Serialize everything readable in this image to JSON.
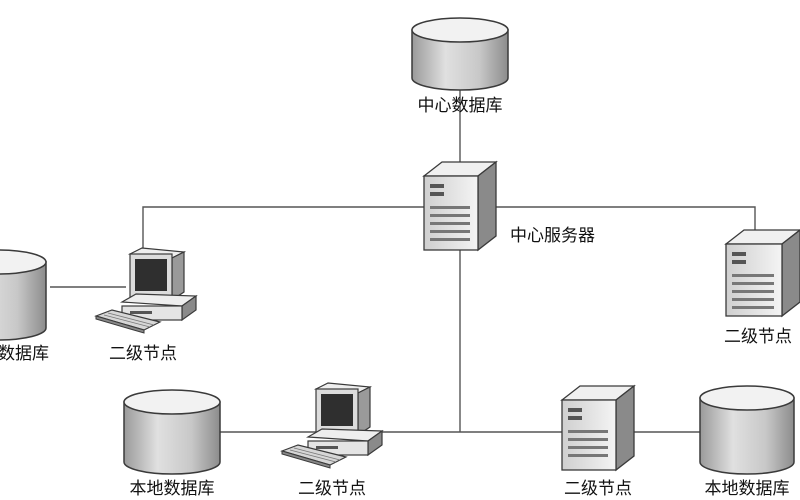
{
  "diagram": {
    "labels": {
      "central_database": "中心数据库",
      "central_server": "中心服务器",
      "secondary_node": "二级节点",
      "local_database": "本地数据库",
      "local_database_cropped": "数据库",
      "secondary_node_cropped": "二级节点"
    },
    "colors": {
      "line": "#555555",
      "stroke": "#3a3a3a",
      "db_top": "#f2f2f2",
      "db_body": "#bdbdbd",
      "server_front": "#e6e6e6",
      "server_side": "#8a8a8a",
      "monitor": "#dcdcdc",
      "screen": "#2f2f2f"
    }
  }
}
